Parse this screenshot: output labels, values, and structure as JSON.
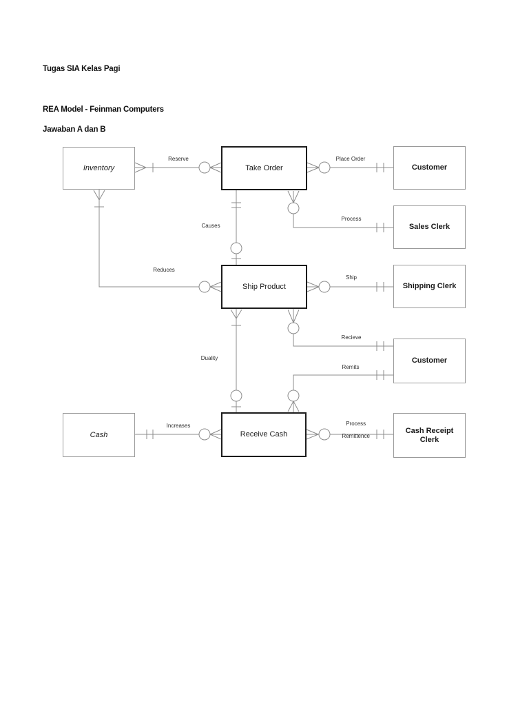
{
  "document": {
    "title": "Tugas SIA Kelas Pagi",
    "heading": "REA Model - Feinman Computers",
    "subheading": "Jawaban A dan B"
  },
  "diagram": {
    "entities": {
      "inventory": "Inventory",
      "take_order": "Take Order",
      "customer_top": "Customer",
      "sales_clerk": "Sales Clerk",
      "ship_product": "Ship Product",
      "shipping_clerk": "Shipping Clerk",
      "customer_middle": "Customer",
      "cash": "Cash",
      "receive_cash": "Receive Cash",
      "cash_receipt_clerk": "Cash Receipt Clerk"
    },
    "relationships": {
      "reserve": "Reserve",
      "place_order": "Place Order",
      "process": "Process",
      "causes": "Causes",
      "reduces": "Reduces",
      "ship": "Ship",
      "recieve": "Recieve",
      "duality": "Duality",
      "remits": "Remits",
      "increases": "Increases",
      "process_remittence_line1": "Process",
      "process_remittence_line2": "Remittence"
    },
    "colors": {
      "connector_line": "#8c8c8c",
      "thin_border": "#9a9a9a",
      "thick_border": "#1c1c1c",
      "text": "#1a1a1a"
    }
  }
}
